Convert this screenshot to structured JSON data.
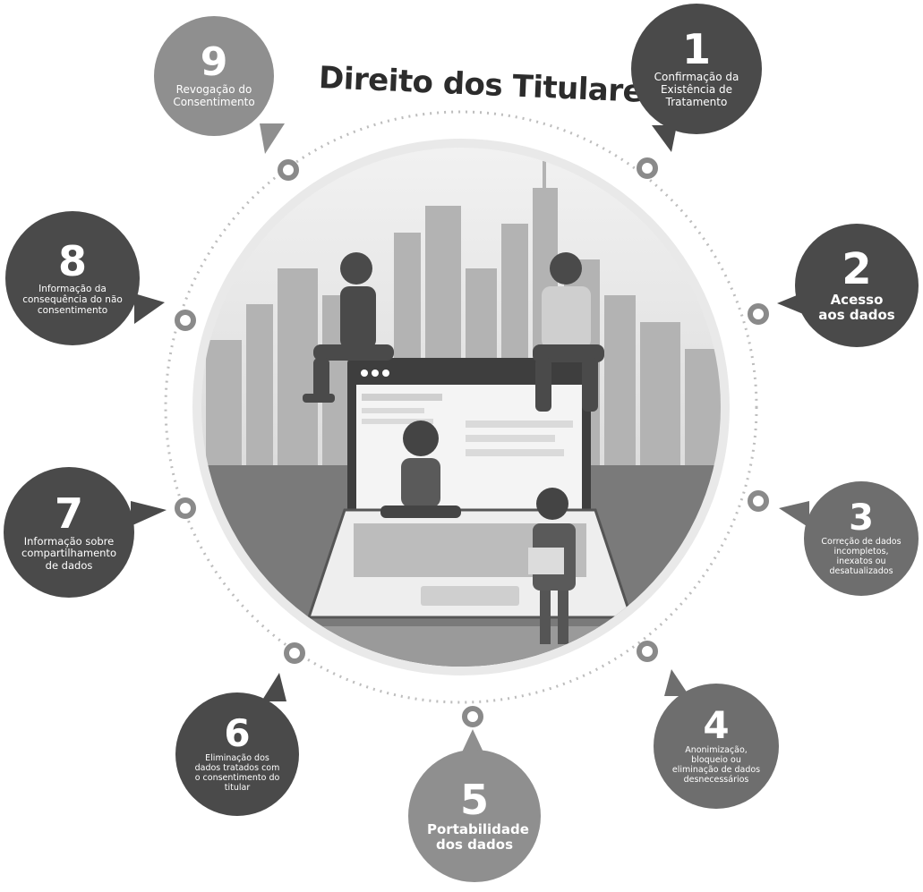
{
  "title": "Direito dos Titulares",
  "items": [
    {
      "num": "1",
      "label": "Confirmação da Existência de Tratamento"
    },
    {
      "num": "2",
      "label": "Acesso aos dados"
    },
    {
      "num": "3",
      "label": "Correção de dados incompletos, inexatos ou desatualizados"
    },
    {
      "num": "4",
      "label": "Anonimização, bloqueio ou eliminação de dados desnecessários"
    },
    {
      "num": "5",
      "label": "Portabilidade dos dados"
    },
    {
      "num": "6",
      "label": "Eliminação dos dados tratados com o consentimento do titular"
    },
    {
      "num": "7",
      "label": "Informação sobre compartilhamento de dados"
    },
    {
      "num": "8",
      "label": "Informação da consequência do não consentimento"
    },
    {
      "num": "9",
      "label": "Revogação do Consentimento"
    }
  ],
  "colors": {
    "bubble_dark": "#4a4a4a",
    "bubble_mid": "#6e6e6e",
    "bubble_light": "#8f8f8f",
    "ring": "#8a8a8a",
    "title": "#2c2c2c"
  }
}
